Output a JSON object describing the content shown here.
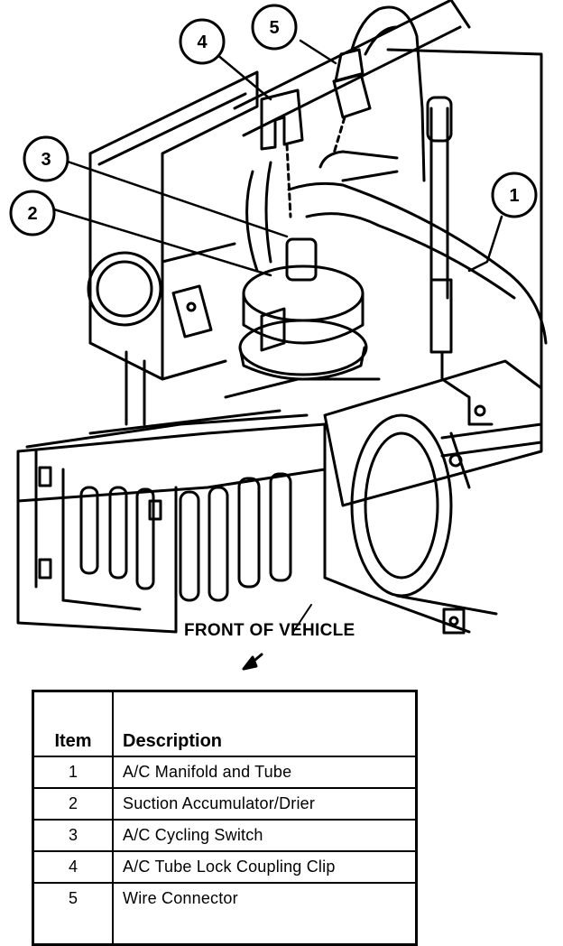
{
  "callouts": [
    "1",
    "2",
    "3",
    "4",
    "5"
  ],
  "front_label": "FRONT OF VEHICLE",
  "legend": {
    "header_item": "Item",
    "header_description": "Description",
    "rows": [
      {
        "item": "1",
        "description": "A/C Manifold and Tube"
      },
      {
        "item": "2",
        "description": "Suction Accumulator/Drier"
      },
      {
        "item": "3",
        "description": "A/C Cycling Switch"
      },
      {
        "item": "4",
        "description": "A/C Tube Lock Coupling Clip"
      },
      {
        "item": "5",
        "description": "Wire Connector"
      }
    ]
  }
}
